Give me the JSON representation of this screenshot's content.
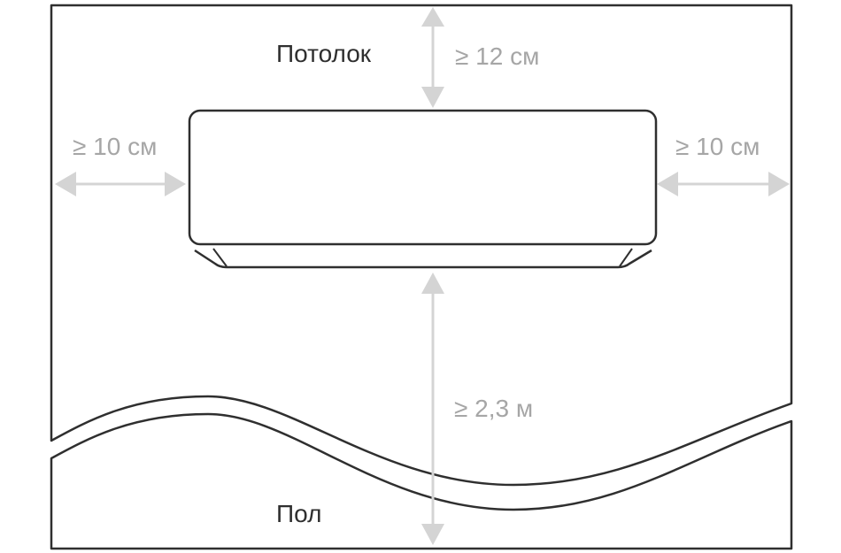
{
  "labels": {
    "ceiling": "Потолок",
    "floor": "Пол",
    "top_clearance": "≥ 12 см",
    "left_clearance": "≥ 10 см",
    "right_clearance": "≥ 10 см",
    "bottom_clearance": "≥ 2,3 м"
  },
  "colors": {
    "outline": "#2f2f2f",
    "arrow": "#d4d4d4",
    "dimension_text": "#a6a6a6",
    "background": "#ffffff"
  }
}
